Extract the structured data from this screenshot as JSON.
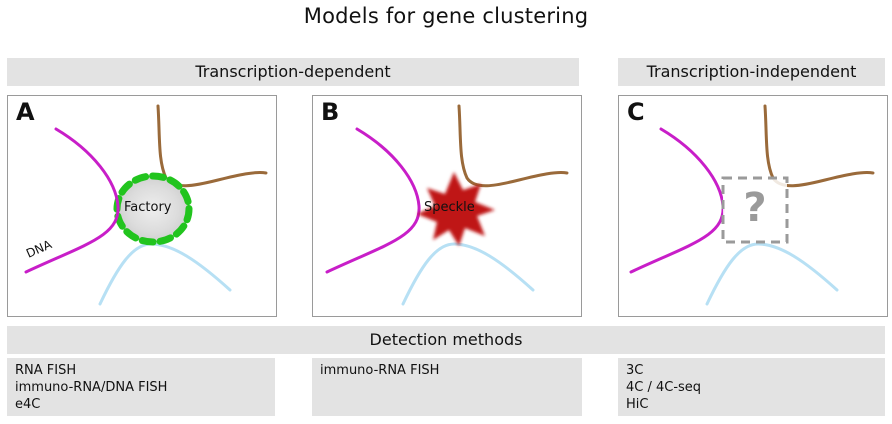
{
  "title": "Models for gene clustering",
  "header_dependent": "Transcription-dependent",
  "header_independent": "Transcription-independent",
  "detection_title": "Detection methods",
  "panels": [
    {
      "letter": "A",
      "center_label": "Factory",
      "dna_label": "DNA"
    },
    {
      "letter": "B",
      "center_label": "Speckle"
    },
    {
      "letter": "C",
      "center_label": "?"
    }
  ],
  "methods": [
    [
      "RNA FISH",
      "immuno-RNA/DNA FISH",
      "e4C"
    ],
    [
      "immuno-RNA FISH"
    ],
    [
      "3C",
      "4C / 4C-seq",
      "HiC"
    ]
  ],
  "colors": {
    "dna_magenta": "#c81ec8",
    "gene_brown": "#9a6a3a",
    "gene_blue": "#b7e0f4",
    "factory_green": "#22c41e",
    "speckle_red": "#bf1212",
    "question_gray": "#9a9a9a"
  }
}
